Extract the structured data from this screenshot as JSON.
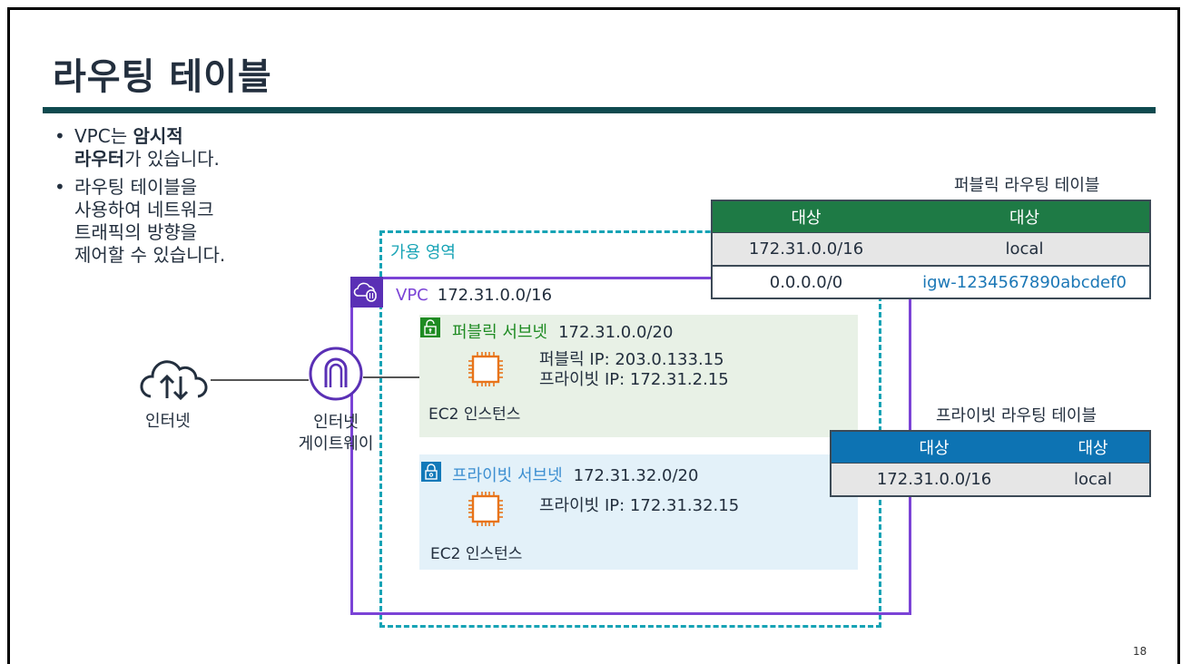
{
  "slide": {
    "title": "라우팅 테이블",
    "page_number": "18",
    "colors": {
      "title_rule": "#0f4a4f",
      "vpc": "#7b43d6",
      "availability_zone": "#16a3b5",
      "public_subnet": "#1e8b22",
      "private_subnet": "#1279b9",
      "ec2": "#e8741a",
      "public_table_header": "#1e7a45",
      "private_table_header": "#0d73b3",
      "link": "#1b77b6"
    }
  },
  "bullets": [
    {
      "prefix": "VPC는 ",
      "bold": "암시적 라우터",
      "suffix": "가 있습니다."
    },
    {
      "text": "라우팅 테이블을 사용하여 네트워크 트래픽의 방향을 제어할 수 있습니다."
    }
  ],
  "bullet_lines": {
    "b1_line1_prefix": "VPC는 ",
    "b1_line1_bold": "암시적",
    "b1_line2_bold": "라우터",
    "b1_line2_suffix": "가 있습니다.",
    "b2_line1": "라우팅 테이블을",
    "b2_line2": "사용하여 네트워크",
    "b2_line3": "트래픽의 방향을",
    "b2_line4": "제어할 수 있습니다."
  },
  "diagram": {
    "internet": {
      "label": "인터넷",
      "icon": "cloud-upload-download-icon"
    },
    "internet_gateway": {
      "label_line1": "인터넷",
      "label_line2": "게이트웨이",
      "icon": "internet-gateway-icon"
    },
    "availability_zone": {
      "label": "가용 영역"
    },
    "vpc": {
      "label": "VPC",
      "cidr": "172.31.0.0/16",
      "icon": "vpc-cloud-lock-icon"
    },
    "public_subnet": {
      "label": "퍼블릭 서브넷",
      "cidr": "172.31.0.0/20",
      "icon": "unlocked-padlock-icon",
      "instance": {
        "label": "EC2 인스턴스",
        "public_ip": "퍼블릭 IP: 203.0.133.15",
        "private_ip": "프라이빗 IP: 172.31.2.15"
      }
    },
    "private_subnet": {
      "label": "프라이빗 서브넷",
      "cidr": "172.31.32.0/20",
      "icon": "locked-padlock-icon",
      "instance": {
        "label": "EC2 인스턴스",
        "private_ip": "프라이빗 IP: 172.31.32.15"
      }
    }
  },
  "public_route_table": {
    "caption": "퍼블릭 라우팅 테이블",
    "headers": [
      "대상",
      "대상"
    ],
    "rows": [
      [
        "172.31.0.0/16",
        "local"
      ],
      [
        "0.0.0.0/0",
        "igw-1234567890abcdef0"
      ]
    ]
  },
  "private_route_table": {
    "caption": "프라이빗 라우팅 테이블",
    "headers": [
      "대상",
      "대상"
    ],
    "rows": [
      [
        "172.31.0.0/16",
        "local"
      ]
    ]
  }
}
